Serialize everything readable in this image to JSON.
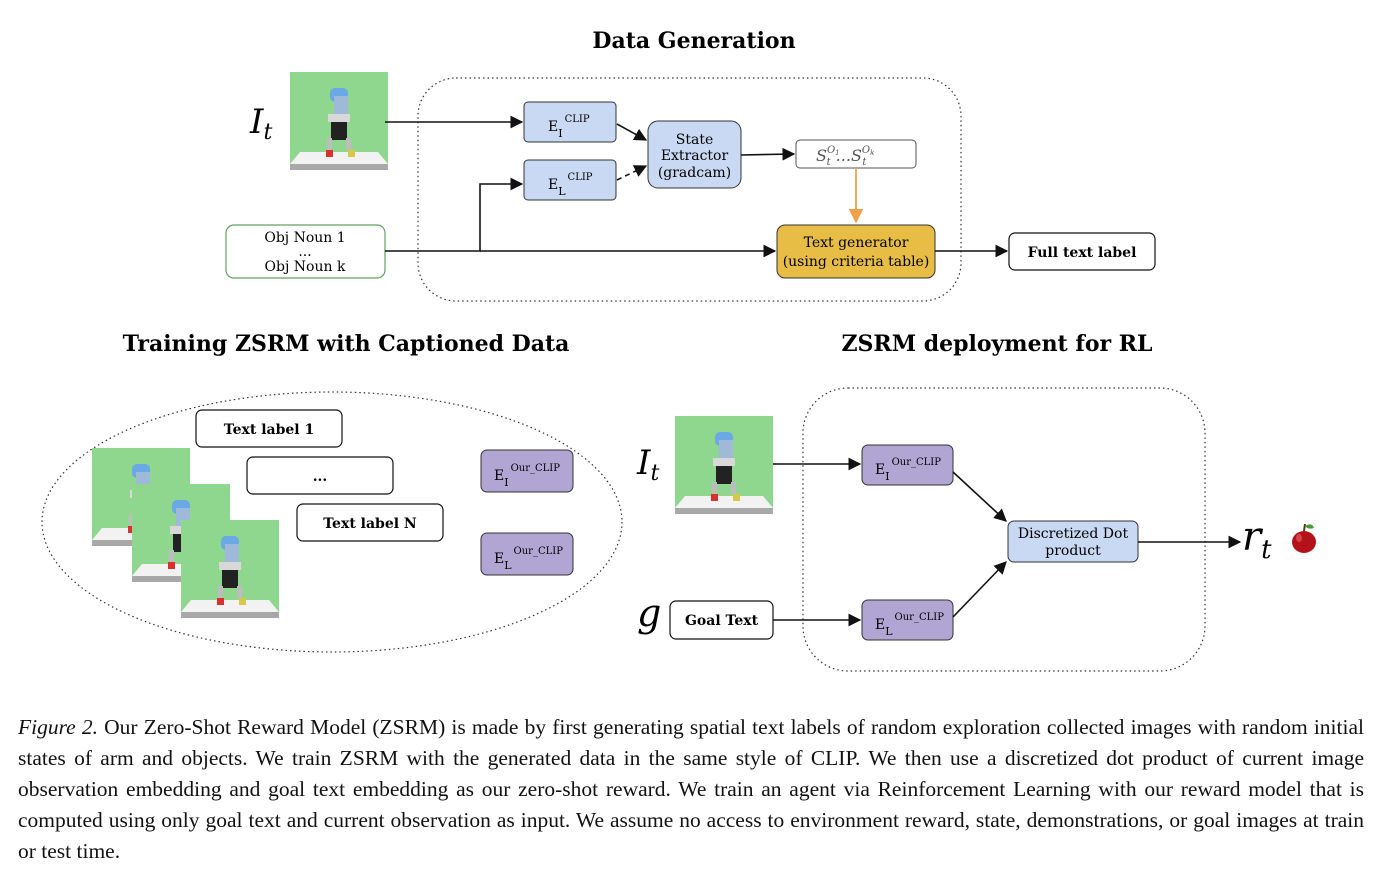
{
  "data_generation": {
    "title": "Data Generation",
    "image_label": "I",
    "image_label_sub": "t",
    "encoder_image": {
      "base": "E",
      "sub": "I",
      "sup": "CLIP"
    },
    "encoder_lang": {
      "base": "E",
      "sub": "L",
      "sup": "CLIP"
    },
    "state_extractor": [
      "State",
      "Extractor",
      "(gradcam)"
    ],
    "state_output": {
      "base": "S",
      "sub": "t",
      "sup1": "O",
      "sup1_sub": "1",
      "dots": "...",
      "sup2": "O",
      "sup2_sub": "k"
    },
    "obj_nouns": [
      "Obj Noun 1",
      "...",
      "Obj Noun k"
    ],
    "text_generator": [
      "Text generator",
      "(using criteria table)"
    ],
    "full_text_label": "Full text label"
  },
  "training": {
    "title": "Training ZSRM with Captioned Data",
    "labels": [
      "Text label 1",
      "...",
      "Text label N"
    ],
    "encoder_image": {
      "base": "E",
      "sub": "I",
      "sup": "Our_CLIP"
    },
    "encoder_lang": {
      "base": "E",
      "sub": "L",
      "sup": "Our_CLIP"
    }
  },
  "deployment": {
    "title": "ZSRM deployment for RL",
    "image_label": "I",
    "image_label_sub": "t",
    "goal_label": "g",
    "goal_text": "Goal Text",
    "encoder_image": {
      "base": "E",
      "sub": "I",
      "sup": "Our_CLIP"
    },
    "encoder_lang": {
      "base": "E",
      "sub": "L",
      "sup": "Our_CLIP"
    },
    "dot_product": [
      "Discretized Dot",
      "product"
    ],
    "reward_label": "r",
    "reward_label_sub": "t",
    "reward_icon": "apple-icon"
  },
  "caption": {
    "label": "Figure 2.",
    "text": " Our Zero-Shot Reward Model (ZSRM) is made by first generating spatial text labels of random exploration collected images with random initial states of arm and objects. We train ZSRM with the generated data in the same style of CLIP. We then use a discretized dot product of current image observation embedding and goal text embedding as our zero-shot reward. We train an agent via Reinforcement Learning with our reward model that is computed using only goal text and current observation as input.  We assume no access to environment reward, state, demonstrations, or goal images at train or test time."
  },
  "colors": {
    "clip_blue": "#c9d8f3",
    "our_clip_purple": "#b1a5d3",
    "text_gen_yellow": "#e7bd45",
    "orange_arrow": "#f0a04a",
    "scene_green": "#8fd68f",
    "obj_box_green": "#5ea55e"
  }
}
